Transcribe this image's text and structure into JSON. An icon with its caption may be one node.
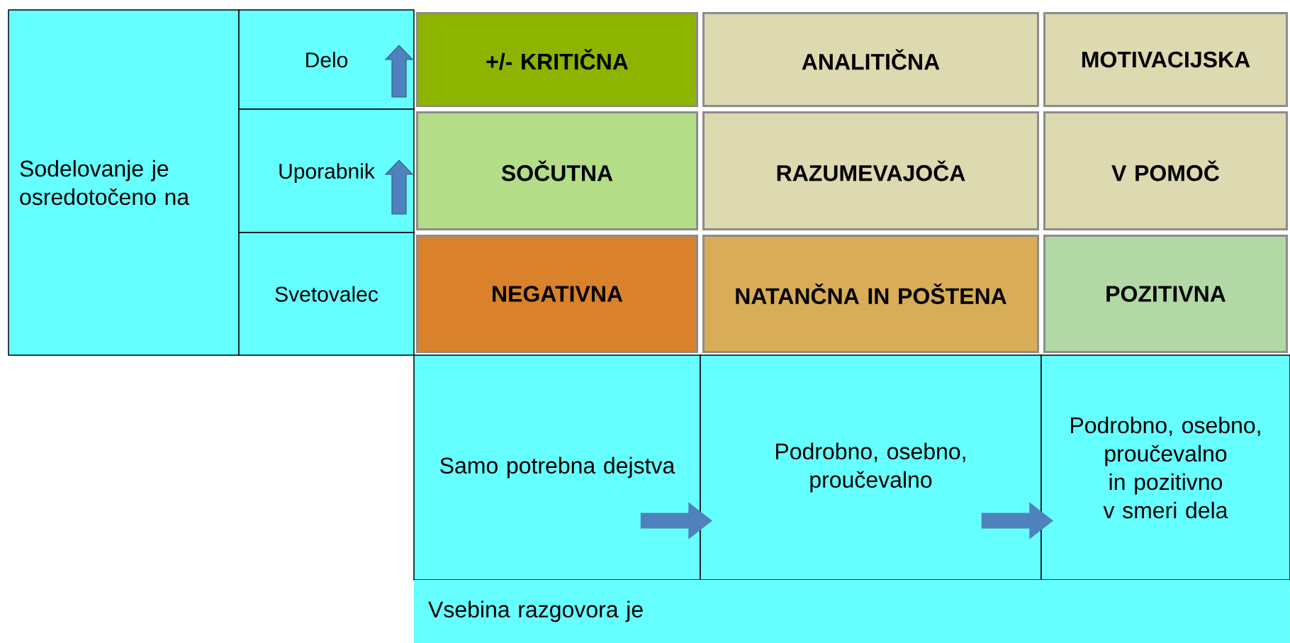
{
  "diagram": {
    "nodes": [
      {
        "text": [
          "Sodelovanje je osredotočeno na"
        ]
      },
      {
        "text": [
          "Delo"
        ]
      },
      {
        "text": [
          "Uporabnik"
        ]
      },
      {
        "text": [
          "Svetovalec"
        ]
      },
      {
        "text": [
          "+/- KRITIČNA"
        ]
      },
      {
        "text": [
          "ANALITIČNA"
        ]
      },
      {
        "text": [
          "MOTIVACIJSKA"
        ]
      },
      {
        "text": [
          "SOČUTNA"
        ]
      },
      {
        "text": [
          "RAZUMEVAJOČA"
        ]
      },
      {
        "text": [
          "V POMOČ"
        ]
      },
      {
        "text": [
          "NEGATIVNA"
        ]
      },
      {
        "text": [
          "NATANČNA IN POŠTENA"
        ]
      },
      {
        "text": [
          "POZITIVNA"
        ]
      },
      {
        "text": [
          "Samo potrebna dejstva"
        ]
      },
      {
        "text": [
          "Podrobno, osebno, proučevalno"
        ]
      },
      {
        "text": [
          "Podrobno, osebno, proučevalno in pozitivno v smeri dela"
        ]
      },
      {
        "text": [
          "Vsebina razgovora je"
        ]
      }
    ],
    "edges": [
      {
        "from": 13,
        "to": 14,
        "arrow": "to"
      },
      {
        "from": 14,
        "to": 15,
        "arrow": "to"
      }
    ]
  }
}
